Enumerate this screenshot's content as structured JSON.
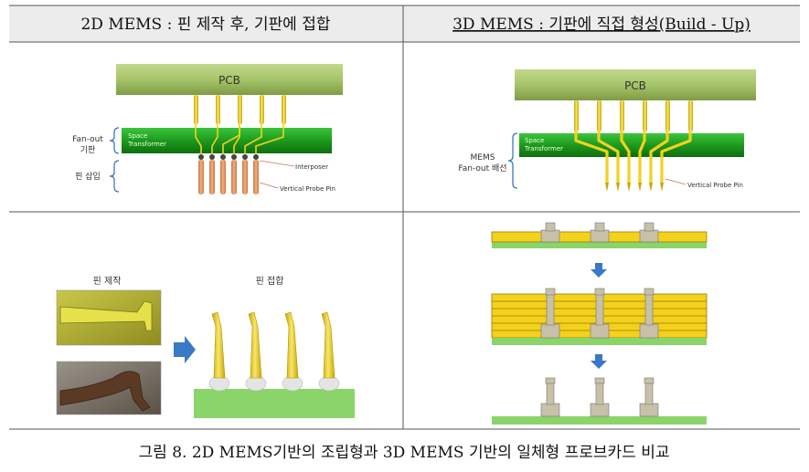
{
  "headers": {
    "left": "2D MEMS : 핀 제작 후, 기판에 접합",
    "right": "3D MEMS : 기판에 직접 형성(Build - Up)"
  },
  "left_top": {
    "pcb": "PCB",
    "space_transformer": [
      "Space",
      "Transformer"
    ],
    "fanout": [
      "Fan-out",
      "기판"
    ],
    "pin_insert": "핀 삽입",
    "interposer": "Interposer",
    "probe": "Vertical Probe Pin"
  },
  "right_top": {
    "pcb": "PCB",
    "space_transformer": [
      "Space",
      "Transformer"
    ],
    "mems": [
      "MEMS",
      "Fan-out 배선"
    ],
    "probe": "Vertical Probe Pin"
  },
  "left_bottom": {
    "pin_make": "핀 제작",
    "pin_bond": "핀 접합"
  },
  "caption": "그림 8. 2D MEMS기반의 조립형과 3D MEMS 기반의 일체형 프로브카드 비교",
  "colors": {
    "pcb": "#a6c46a",
    "space_transformer": "#1d9a1d",
    "pin_yellow": "#f2d21c",
    "pin_orange": "#e8a060",
    "arrow_blue": "#3a78c8",
    "header_bg": "#ececec",
    "build_green": "#8ad46a"
  }
}
